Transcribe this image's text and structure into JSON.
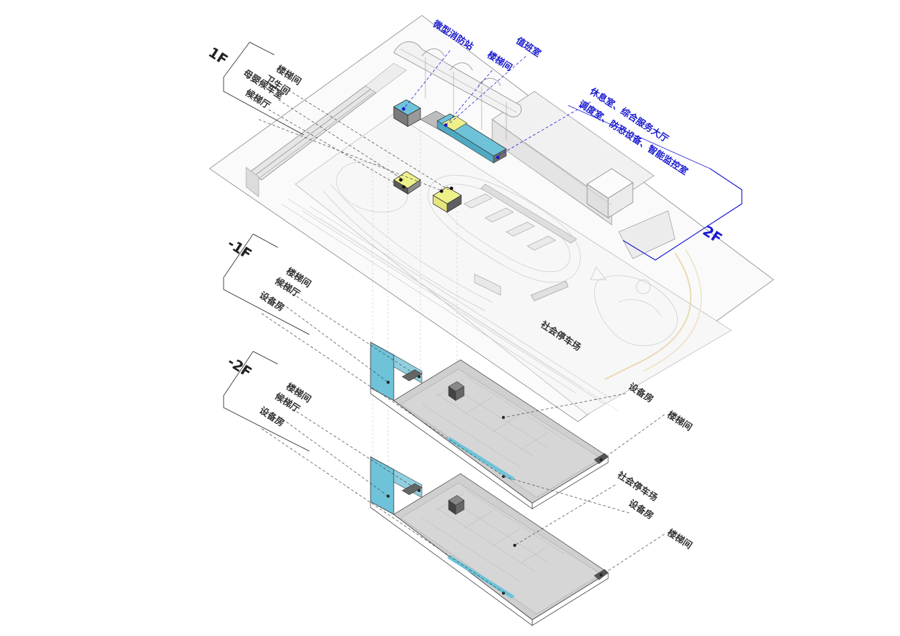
{
  "floors": {
    "f1": "1F",
    "f2": "2F",
    "b1": "-1F",
    "b2": "-2F"
  },
  "labels_1f": [
    "楼梯间",
    "卫生间",
    "母婴候车室",
    "候梯厅"
  ],
  "labels_2f": {
    "fire_station": "微型消防站",
    "stair": "楼梯间",
    "duty_room": "值班室",
    "rooms_line1": "休息室、综合服务大厅",
    "rooms_line2": "调度室、防恐设备、智能监控室"
  },
  "labels_b1_left": [
    "楼梯间",
    "候梯厅",
    "设备房"
  ],
  "labels_b2_left": [
    "楼梯间",
    "候梯厅",
    "设备房"
  ],
  "labels_right": {
    "social_parking_top": "社会停车场",
    "equipment_b1": "设备房",
    "stair_b1": "楼梯间",
    "social_parking_b2": "社会停车场",
    "equipment_b2": "设备房",
    "stair_b2": "楼梯间"
  },
  "colors": {
    "blue_label": "#1a1ad0",
    "cyan_block": "#6ec3d9",
    "yellow_block": "#eef08a",
    "gray_slab": "#d0d0d0",
    "dark_block": "#666666"
  }
}
